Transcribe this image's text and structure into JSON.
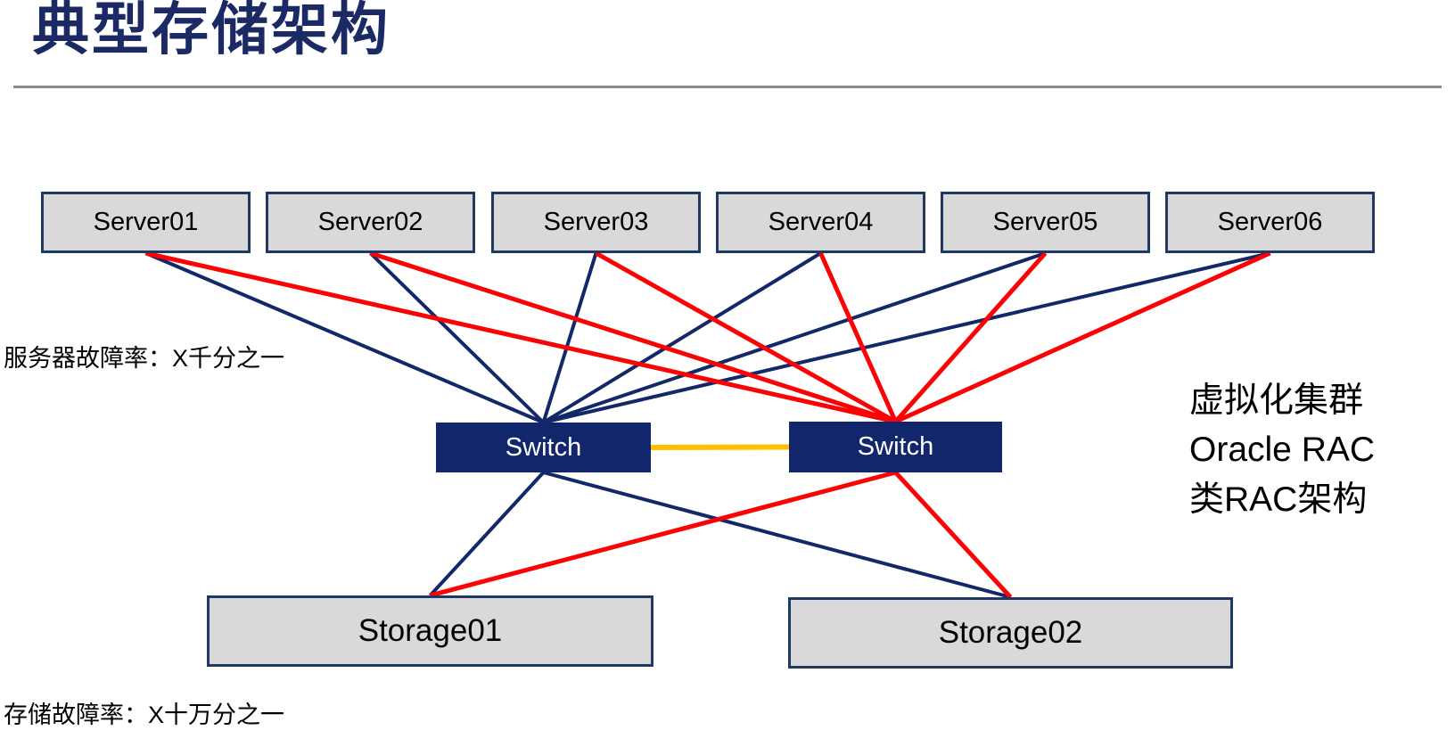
{
  "title": "典型存储架构",
  "colors": {
    "navy": "#122868",
    "red": "#fb0204",
    "orange": "#ffc000",
    "box_fill": "#d9d9d9",
    "box_border": "#1f3864",
    "switch_fill": "#12266b",
    "divider_gray": "#8a8a8a"
  },
  "servers": [
    "Server01",
    "Server02",
    "Server03",
    "Server04",
    "Server05",
    "Server06"
  ],
  "switches": [
    "Switch",
    "Switch"
  ],
  "storages": [
    "Storage01",
    "Storage02"
  ],
  "annotations": {
    "server_failure_rate": "服务器故障率：X千分之一",
    "storage_failure_rate": "存储故障率：X十万分之一",
    "right_note_lines": [
      "虚拟化集群",
      "Oracle RAC",
      "类RAC架构"
    ]
  },
  "edges": [
    {
      "from": "server01",
      "to": "switch01",
      "color": "navy"
    },
    {
      "from": "server02",
      "to": "switch01",
      "color": "navy"
    },
    {
      "from": "server03",
      "to": "switch01",
      "color": "navy"
    },
    {
      "from": "server04",
      "to": "switch01",
      "color": "navy"
    },
    {
      "from": "server05",
      "to": "switch01",
      "color": "navy"
    },
    {
      "from": "server06",
      "to": "switch01",
      "color": "navy"
    },
    {
      "from": "server01",
      "to": "switch02",
      "color": "red"
    },
    {
      "from": "server02",
      "to": "switch02",
      "color": "red"
    },
    {
      "from": "server03",
      "to": "switch02",
      "color": "red"
    },
    {
      "from": "server04",
      "to": "switch02",
      "color": "red"
    },
    {
      "from": "server05",
      "to": "switch02",
      "color": "red"
    },
    {
      "from": "server06",
      "to": "switch02",
      "color": "red"
    },
    {
      "from": "switch01",
      "to": "storage01",
      "color": "navy"
    },
    {
      "from": "switch01",
      "to": "storage02",
      "color": "navy"
    },
    {
      "from": "switch02",
      "to": "storage01",
      "color": "red"
    },
    {
      "from": "switch02",
      "to": "storage02",
      "color": "red"
    },
    {
      "from": "switch01",
      "to": "switch02",
      "color": "orange"
    }
  ]
}
